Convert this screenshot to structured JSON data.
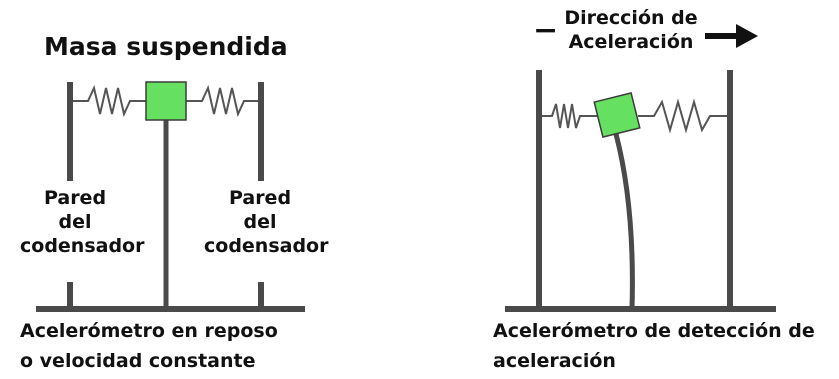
{
  "left": {
    "title": "Masa suspendida",
    "wall_left": [
      "Pared",
      "del",
      "codensador"
    ],
    "wall_right": [
      "Pared",
      "del",
      "codensador"
    ],
    "caption": [
      "Acelerómetro en reposo",
      "o velocidad constante"
    ]
  },
  "right": {
    "direction": [
      "Dirección de",
      "Aceleración"
    ],
    "minus_sign": "−",
    "caption": [
      "Acelerómetro de detección de",
      "aceleración"
    ]
  },
  "colors": {
    "mass": "#66e060",
    "structure": "#4a4a4a",
    "spring": "#555555"
  }
}
